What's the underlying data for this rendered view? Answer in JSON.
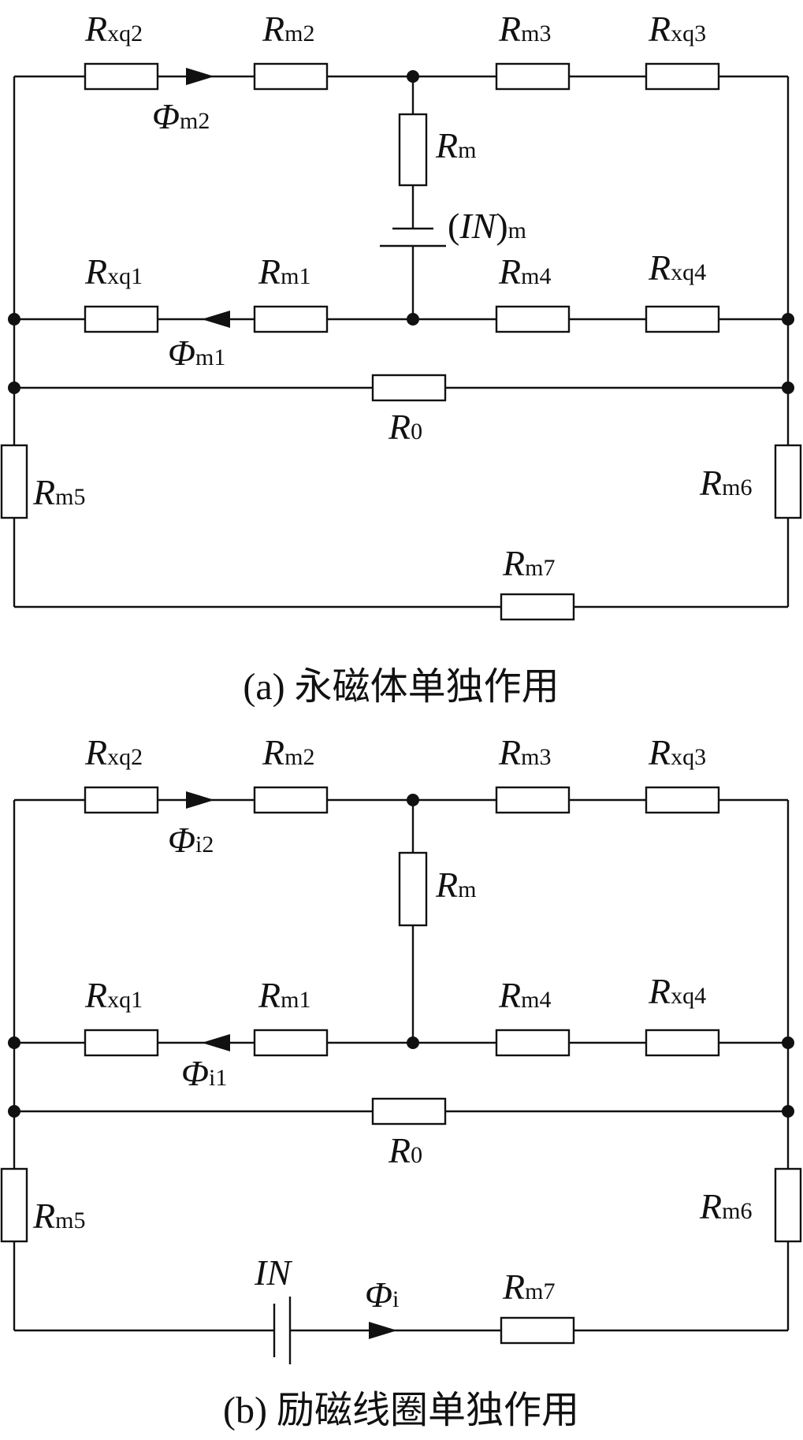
{
  "circuit_a": {
    "labels": {
      "rxq2": {
        "main": "R",
        "sub": "xq2"
      },
      "rm2": {
        "main": "R",
        "sub": "m2"
      },
      "rm3": {
        "main": "R",
        "sub": "m3"
      },
      "rxq3": {
        "main": "R",
        "sub": "xq3"
      },
      "rm": {
        "main": "R",
        "sub": "m"
      },
      "rxq1": {
        "main": "R",
        "sub": "xq1"
      },
      "rm1": {
        "main": "R",
        "sub": "m1"
      },
      "rm4": {
        "main": "R",
        "sub": "m4"
      },
      "rxq4": {
        "main": "R",
        "sub": "xq4"
      },
      "r0": {
        "main": "R",
        "sub": "0"
      },
      "rm5": {
        "main": "R",
        "sub": "m5"
      },
      "rm6": {
        "main": "R",
        "sub": "m6"
      },
      "rm7": {
        "main": "R",
        "sub": "m7"
      },
      "phi_top": {
        "main": "Φ",
        "sub": "m2"
      },
      "phi_mid": {
        "main": "Φ",
        "sub": "m1"
      },
      "source": {
        "open": "(",
        "main": "IN",
        "close": ")",
        "sub": "m"
      }
    },
    "caption": "(a)  永磁体单独作用"
  },
  "circuit_b": {
    "labels": {
      "rxq2": {
        "main": "R",
        "sub": "xq2"
      },
      "rm2": {
        "main": "R",
        "sub": "m2"
      },
      "rm3": {
        "main": "R",
        "sub": "m3"
      },
      "rxq3": {
        "main": "R",
        "sub": "xq3"
      },
      "rm": {
        "main": "R",
        "sub": "m"
      },
      "rxq1": {
        "main": "R",
        "sub": "xq1"
      },
      "rm1": {
        "main": "R",
        "sub": "m1"
      },
      "rm4": {
        "main": "R",
        "sub": "m4"
      },
      "rxq4": {
        "main": "R",
        "sub": "xq4"
      },
      "r0": {
        "main": "R",
        "sub": "0"
      },
      "rm5": {
        "main": "R",
        "sub": "m5"
      },
      "rm6": {
        "main": "R",
        "sub": "m6"
      },
      "rm7": {
        "main": "R",
        "sub": "m7"
      },
      "phi_top": {
        "main": "Φ",
        "sub": "i2"
      },
      "phi_mid": {
        "main": "Φ",
        "sub": "i1"
      },
      "phi_bottom": {
        "main": "Φ",
        "sub": "i"
      },
      "source": {
        "main": "IN"
      }
    },
    "caption": "(b)  励磁线圈单独作用"
  }
}
